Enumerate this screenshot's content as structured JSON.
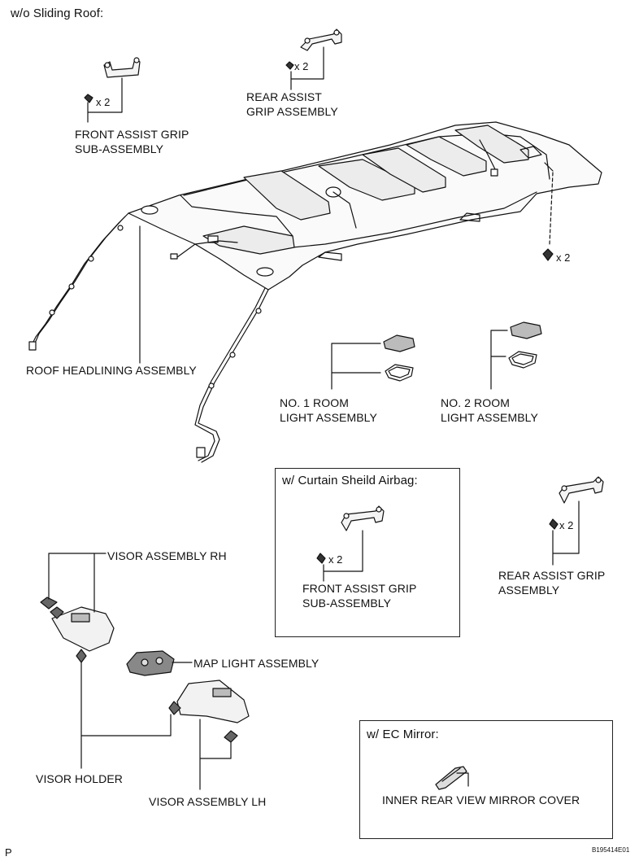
{
  "header": {
    "title": "w/o Sliding Roof:"
  },
  "labels": {
    "front_assist_grip": [
      "FRONT ASSIST GRIP",
      "SUB-ASSEMBLY"
    ],
    "rear_assist_grip_top": [
      "REAR ASSIST",
      "GRIP ASSEMBLY"
    ],
    "roof_headlining": "ROOF HEADLINING ASSEMBLY",
    "room_light_1": [
      "NO. 1 ROOM",
      "LIGHT ASSEMBLY"
    ],
    "room_light_2": [
      "NO. 2 ROOM",
      "LIGHT ASSEMBLY"
    ],
    "rear_assist_grip_right": [
      "REAR ASSIST GRIP",
      "ASSEMBLY"
    ],
    "visor_rh": "VISOR ASSEMBLY RH",
    "map_light": "MAP LIGHT ASSEMBLY",
    "visor_holder": "VISOR HOLDER",
    "visor_lh": "VISOR ASSEMBLY LH",
    "inner_mirror_cover": "INNER REAR VIEW MIRROR COVER"
  },
  "quantities": {
    "front_grip_clip": "x 2",
    "rear_grip_clip": "x 2",
    "roof_clip": "x 2",
    "airbag_grip_clip": "x 2",
    "right_grip_clip": "x 2"
  },
  "boxes": {
    "curtain_airbag": {
      "title": "w/ Curtain Sheild Airbag:",
      "label": [
        "FRONT ASSIST GRIP",
        "SUB-ASSEMBLY"
      ]
    },
    "ec_mirror": {
      "title": "w/ EC Mirror:"
    }
  },
  "footer": {
    "left": "P",
    "right": "B195414E01"
  }
}
